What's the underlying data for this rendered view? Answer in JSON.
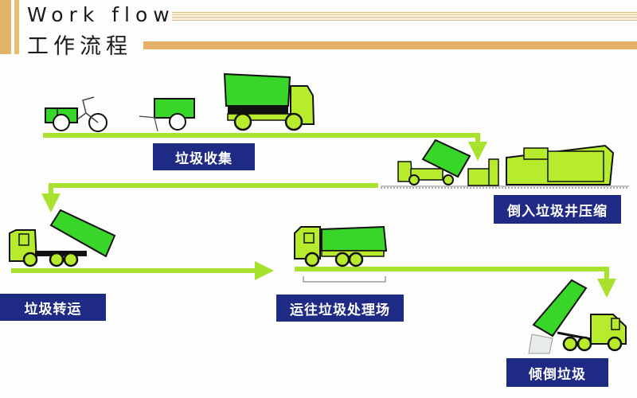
{
  "header": {
    "title_en": "Work flow",
    "title_cn": "工作流程"
  },
  "colors": {
    "accent_gold": "#e5b067",
    "flow_green": "#a8e22c",
    "vehicle_green": "#39d62a",
    "cab_lime": "#b6ec2c",
    "label_bg": "#1f2a84",
    "label_text": "#ffffff"
  },
  "steps": [
    {
      "label": "垃圾收集",
      "icon": "collection-vehicles-icon"
    },
    {
      "label": "倒入垃圾井压缩",
      "icon": "compactor-station-icon"
    },
    {
      "label": "垃圾转运",
      "icon": "transfer-truck-icon"
    },
    {
      "label": "运往垃圾处理场",
      "icon": "transport-truck-icon"
    },
    {
      "label": "倾倒垃圾",
      "icon": "dump-truck-icon"
    }
  ]
}
